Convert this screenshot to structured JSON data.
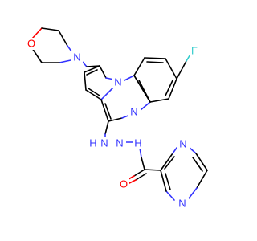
{
  "colors": {
    "bond": "#000000",
    "nitrogen": "#3333ff",
    "oxygen": "#ff0000",
    "fluorine": "#33cccc",
    "background": "#ffffff"
  },
  "labels": {
    "morpholine_o": "O",
    "morpholine_n": "N",
    "fluorine": "F",
    "pyrrole_n": "N",
    "quinoxaline_n": "N",
    "hydrazine_nh1": "H",
    "hydrazine_n1": "N",
    "hydrazine_n2": "N",
    "hydrazine_nh2": "H",
    "carbonyl_o": "O",
    "pyrazine_n_top": "N",
    "pyrazine_n_bottom": "N"
  }
}
